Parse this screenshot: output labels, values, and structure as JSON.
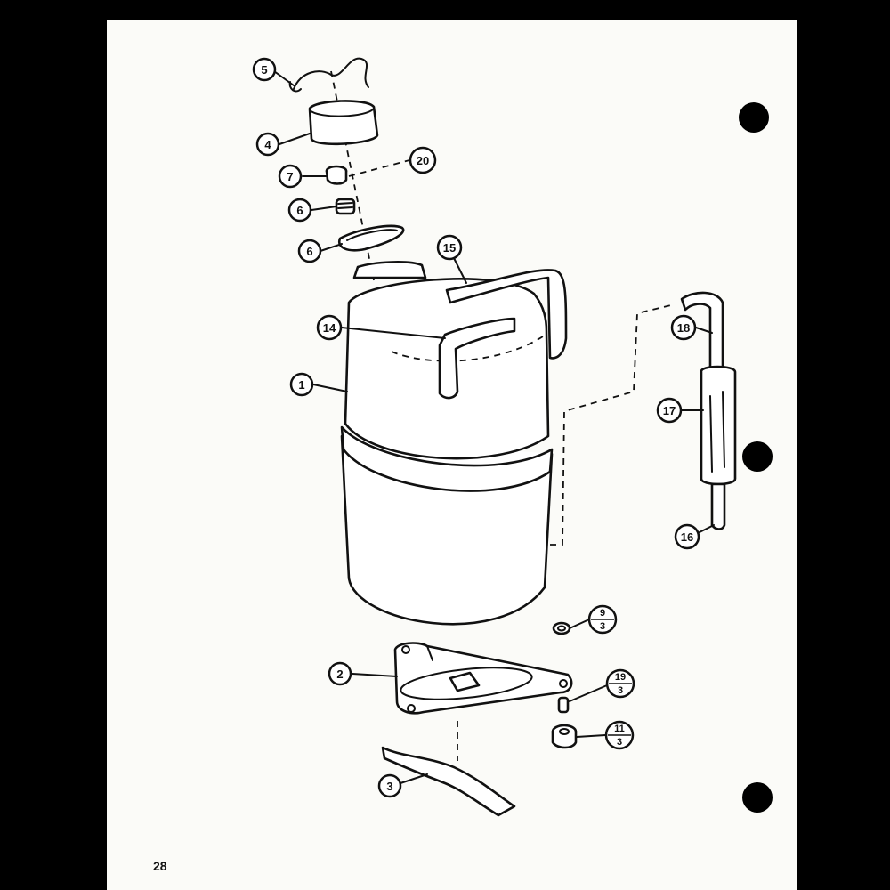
{
  "page_number": "28",
  "callouts": {
    "c1": "1",
    "c2": "2",
    "c3": "3",
    "c4": "4",
    "c5": "5",
    "c6a": "6",
    "c6b": "6",
    "c7": "7",
    "c14": "14",
    "c15": "15",
    "c16": "16",
    "c17": "17",
    "c18": "18",
    "c20": "20"
  },
  "fraction_callouts": {
    "f9": {
      "num": "9",
      "den": "3"
    },
    "f19": {
      "num": "19",
      "den": "3"
    },
    "f11": {
      "num": "11",
      "den": "3"
    }
  },
  "colors": {
    "ink": "#111111",
    "paper": "#fbfbf8",
    "border": "#000000"
  }
}
